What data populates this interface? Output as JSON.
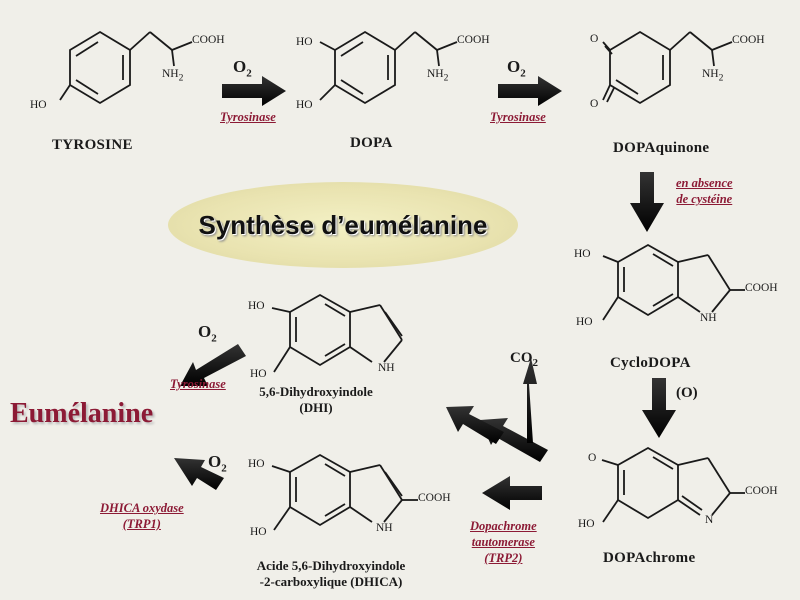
{
  "title": "Synthèse d’eumélanine",
  "product": "Eumélanine",
  "molecules": {
    "tyrosine": "TYROSINE",
    "dopa": "DOPA",
    "dopaquinone": "DOPAquinone",
    "cyclodopa": "CycloDOPA",
    "dopachrome": "DOPAchrome",
    "dhi_line1": "5,6-Dihydroxyindole",
    "dhi_line2": "(DHI)",
    "dhica_line1": "Acide 5,6-Dihydroxyindole",
    "dhica_line2": "-2-carboxylique (DHICA)"
  },
  "enzymes": {
    "tyrosinase": "Tyrosinase",
    "condition_line1": "en absence",
    "condition_line2": "de cystéine",
    "dopachrome_line1": "Dopachrome",
    "dopachrome_line2": "tautomerase",
    "dopachrome_line3": "(TRP2)",
    "dhica_oxydase_line1": "DHICA oxydase",
    "dhica_oxydase_line2": "(TRP1)"
  },
  "reagents": {
    "o2": "O",
    "o2_sub": "2",
    "oxidation": "(O)",
    "co2": "CO",
    "co2_sub": "2"
  },
  "atoms": {
    "ho": "HO",
    "o": "O",
    "cooh": "COOH",
    "nh2": "NH",
    "nh2_sub": "2",
    "nh": "NH",
    "n": "N"
  }
}
